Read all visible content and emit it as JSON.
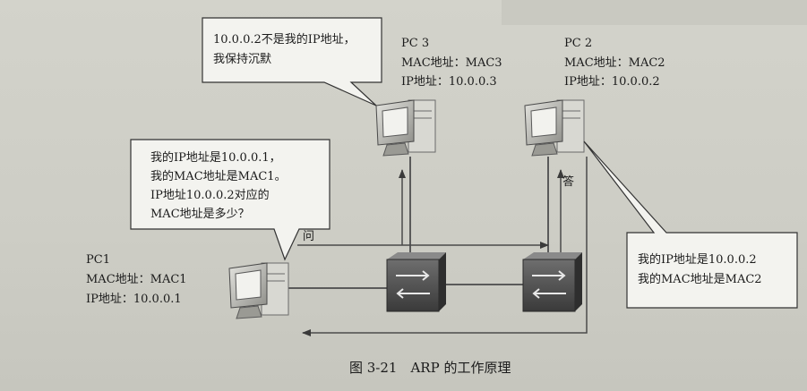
{
  "nodes": {
    "pc1": {
      "name": "PC1",
      "mac": "MAC地址：MAC1",
      "ip": "IP地址：10.0.0.1"
    },
    "pc2": {
      "name": "PC 2",
      "mac": "MAC地址：MAC2",
      "ip": "IP地址：10.0.0.2"
    },
    "pc3": {
      "name": "PC 3",
      "mac": "MAC地址：MAC3",
      "ip": "IP地址：10.0.0.3"
    }
  },
  "bubbles": {
    "pc3": [
      "10.0.0.2不是我的IP地址，",
      "我保持沉默"
    ],
    "pc1": [
      "我的IP地址是10.0.0.1，",
      "我的MAC地址是MAC1。",
      "IP地址10.0.0.2对应的",
      "MAC地址是多少？"
    ],
    "pc2": [
      "我的IP地址是10.0.0.2",
      "我的MAC地址是MAC2"
    ]
  },
  "labels": {
    "ask": "问",
    "answer": "答"
  },
  "caption": "图 3-21　ARP 的工作原理"
}
